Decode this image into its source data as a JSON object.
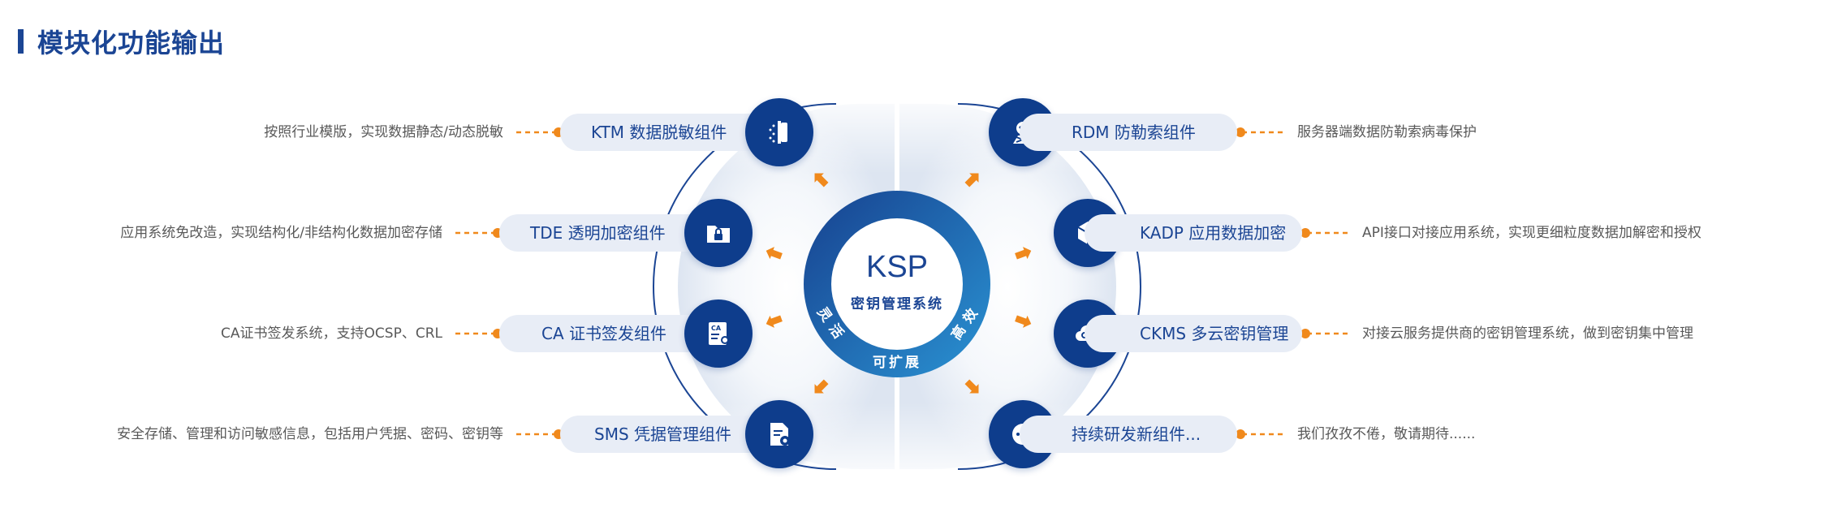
{
  "title": "模块化功能输出",
  "center": {
    "name": "KSP",
    "subtitle": "密钥管理系统",
    "ring_words": [
      "灵活",
      "可扩展",
      "高效"
    ]
  },
  "left_modules": [
    {
      "label": "KTM 数据脱敏组件",
      "desc": "按照行业模版，实现数据静态/动态脱敏",
      "icon": "data-masking-icon"
    },
    {
      "label": "TDE 透明加密组件",
      "desc": "应用系统免改造，实现结构化/非结构化数据加密存储",
      "icon": "folder-lock-icon"
    },
    {
      "label": "CA 证书签发组件",
      "desc": "CA证书签发系统，支持OCSP、CRL",
      "icon": "certificate-icon"
    },
    {
      "label": "SMS 凭据管理组件",
      "desc": "安全存储、管理和访问敏感信息，包括用户凭据、密码、密钥等",
      "icon": "document-gear-icon"
    }
  ],
  "right_modules": [
    {
      "label": "RDM 防勒索组件",
      "desc": "服务器端数据防勒索病毒保护",
      "icon": "anti-ransomware-icon"
    },
    {
      "label": "KADP 应用数据加密",
      "desc": "API接口对接应用系统，实现更细粒度数据加解密和授权",
      "icon": "cube-icon"
    },
    {
      "label": "CKMS 多云密钥管理",
      "desc": "对接云服务提供商的密钥管理系统，做到密钥集中管理",
      "icon": "cloud-key-icon"
    },
    {
      "label": "持续研发新组件...",
      "desc": "我们孜孜不倦，敬请期待......",
      "icon": "more-icon"
    }
  ],
  "colors": {
    "primary": "#1b4594",
    "icon_bg": "#0e3d8c",
    "ring_gradient_start": "#1a4a9c",
    "ring_gradient_end": "#2a8fd0",
    "accent": "#f0891c",
    "pill_bg": "#e8edf6",
    "desc_text": "#595959"
  }
}
